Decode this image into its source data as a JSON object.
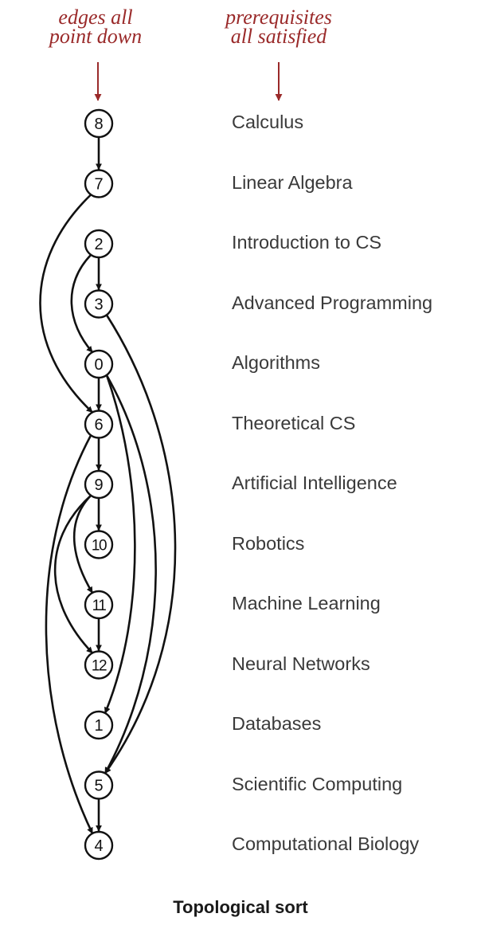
{
  "annotations": {
    "left": [
      "edges all",
      "point down"
    ],
    "right": [
      "prerequisites",
      "all satisfied"
    ]
  },
  "nodes": [
    {
      "id": "8",
      "course": "Calculus"
    },
    {
      "id": "7",
      "course": "Linear Algebra"
    },
    {
      "id": "2",
      "course": "Introduction to CS"
    },
    {
      "id": "3",
      "course": "Advanced Programming"
    },
    {
      "id": "0",
      "course": "Algorithms"
    },
    {
      "id": "6",
      "course": "Theoretical CS"
    },
    {
      "id": "9",
      "course": "Artificial Intelligence"
    },
    {
      "id": "10",
      "course": "Robotics"
    },
    {
      "id": "11",
      "course": "Machine Learning"
    },
    {
      "id": "12",
      "course": "Neural Networks"
    },
    {
      "id": "1",
      "course": "Databases"
    },
    {
      "id": "5",
      "course": "Scientific Computing"
    },
    {
      "id": "4",
      "course": "Computational Biology"
    }
  ],
  "edges": [
    [
      "8",
      "7"
    ],
    [
      "7",
      "6"
    ],
    [
      "2",
      "3"
    ],
    [
      "2",
      "0"
    ],
    [
      "3",
      "5"
    ],
    [
      "0",
      "6"
    ],
    [
      "0",
      "1"
    ],
    [
      "0",
      "5"
    ],
    [
      "6",
      "9"
    ],
    [
      "6",
      "4"
    ],
    [
      "9",
      "10"
    ],
    [
      "9",
      "11"
    ],
    [
      "9",
      "12"
    ],
    [
      "11",
      "12"
    ],
    [
      "5",
      "4"
    ]
  ],
  "caption": "Topological sort",
  "colors": {
    "annotation": "#9a2a2a",
    "edge": "#111111",
    "text": "#3a3a3a"
  }
}
